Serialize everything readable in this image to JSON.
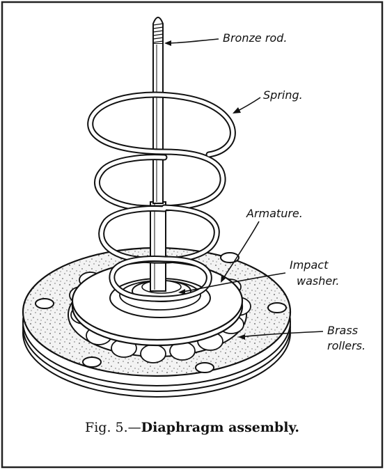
{
  "labels": {
    "bronze_rod": "Bronze rod.",
    "spring": "Spring.",
    "armature": "Armature.",
    "impact": "Impact",
    "washer": "washer.",
    "brass": "Brass",
    "rollers": "rollers."
  },
  "caption": {
    "prefix": "Fig.  5.—",
    "title": "Diaphragm  assembly."
  }
}
